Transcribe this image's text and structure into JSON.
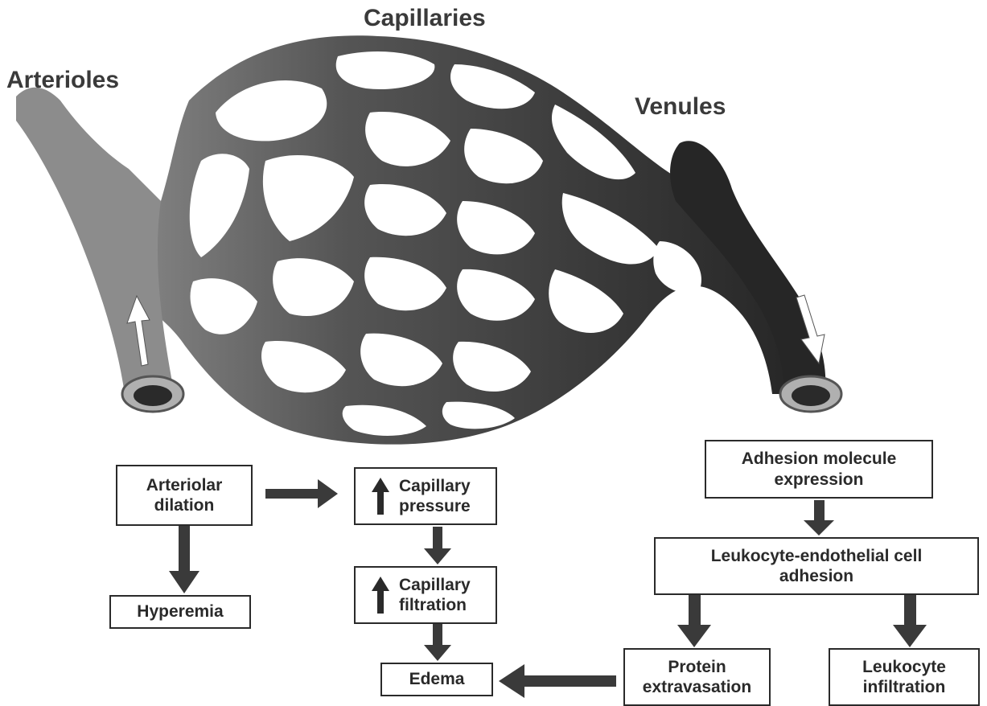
{
  "labels": {
    "arterioles": "Arterioles",
    "capillaries": "Capillaries",
    "venules": "Venules"
  },
  "boxes": {
    "arteriolar_dilation": "Arteriolar dilation",
    "hyperemia": "Hyperemia",
    "capillary_pressure": "Capillary pressure",
    "capillary_filtration": "Capillary filtration",
    "edema": "Edema",
    "adhesion_expression": "Adhesion molecule expression",
    "leukocyte_adhesion": "Leukocyte-endothelial cell adhesion",
    "protein_extravasation": "Protein extravasation",
    "leukocyte_infiltration": "Leukocyte infiltration"
  },
  "colors": {
    "arteriole": "#8c8c8c",
    "capillary": "#3d3d3d",
    "venule": "#262626",
    "arrow": "#3a3a3a"
  }
}
